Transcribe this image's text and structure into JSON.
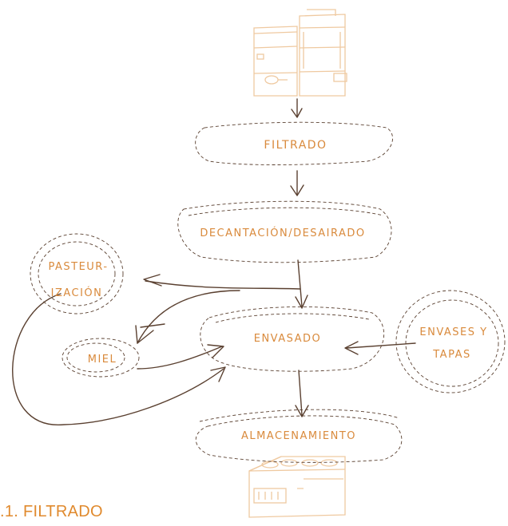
{
  "diagram": {
    "nodes": {
      "filtrado": "FILTRADO",
      "decantacion": "DECANTACIÓN/DESAIRADO",
      "pasteurizacion_1": "PASTEUR-",
      "pasteurizacion_2": "IZACIÓN",
      "miel": "MIEL",
      "envasado": "ENVASADO",
      "envases_1": "ENVASES Y",
      "envases_2": "TAPAS",
      "almacenamiento": "ALMACENAMIENTO"
    },
    "colors": {
      "ink": "#5a4030",
      "label": "#d98a3c",
      "sketch": "#efc9a0"
    }
  },
  "heading": ".1. FILTRADO"
}
